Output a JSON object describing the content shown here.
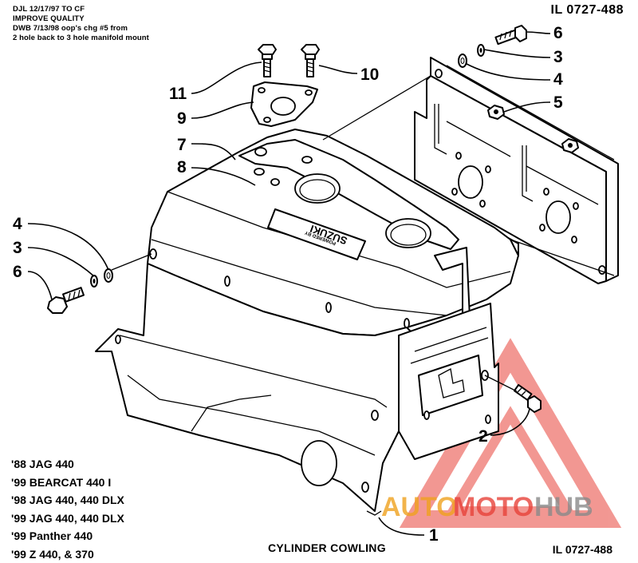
{
  "notes": [
    "DJL 12/17/97 TO CF",
    "IMPROVE QUALITY",
    "DWB 7/13/98 oop's chg #5 from",
    "2 hole back to 3 hole manifold mount"
  ],
  "illustration_number": "IL 0727-488",
  "caption": "CYLINDER COWLING",
  "models": [
    "'88 JAG 440",
    "'99 BEARCAT 440 I",
    "'98 JAG 440, 440 DLX",
    "'99 JAG 440, 440 DLX",
    "'99 Panther 440",
    "'99 Z 440, & 370"
  ],
  "callouts": {
    "c1": "1",
    "c2": "2",
    "c3a": "3",
    "c3b": "3",
    "c4a": "4",
    "c4b": "4",
    "c5": "5",
    "c6a": "6",
    "c6b": "6",
    "c7": "7",
    "c8": "8",
    "c9": "9",
    "c10": "10",
    "c11": "11"
  },
  "logo_text": "SUZUKI",
  "logo_subtext": "POWERED BY",
  "watermark": {
    "part1": "AUTO",
    "part2": "MOTO",
    "part3": "HUB",
    "colors": {
      "red": "#e8433a",
      "orange": "#f0a21f",
      "gray": "#8a8a8a"
    }
  }
}
